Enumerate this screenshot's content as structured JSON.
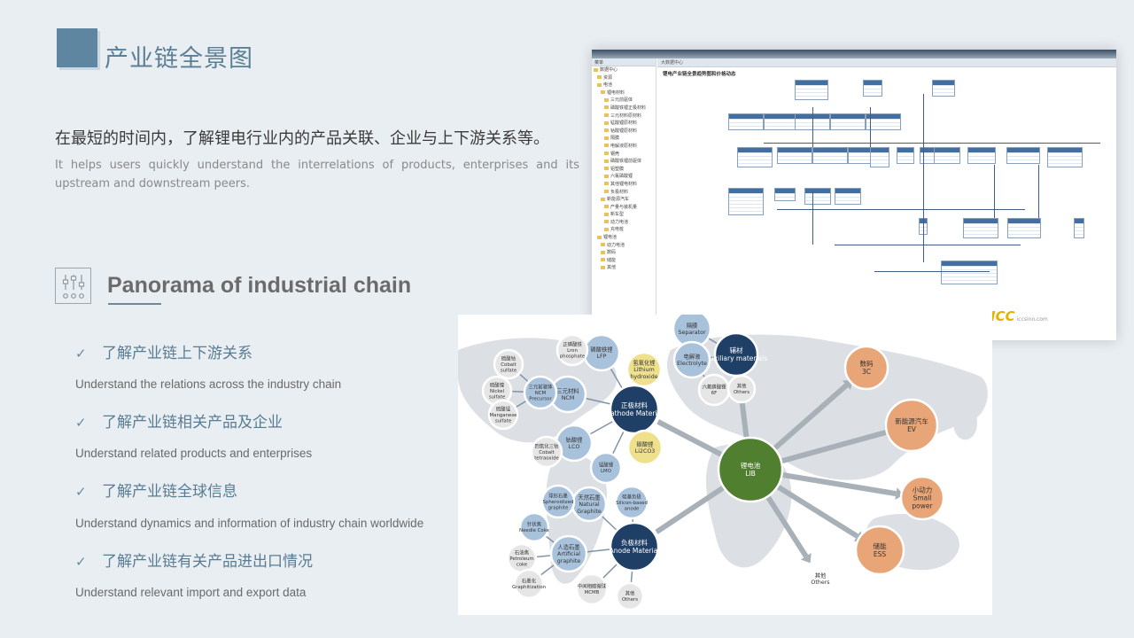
{
  "header": {
    "title": "产业链全景图"
  },
  "lead": {
    "cn": "在最短的时间内，了解锂电行业内的产品关联、企业与上下游关系等。",
    "en": "It helps users quickly understand the interrelations of products, enterprises and its upstream and downstream peers."
  },
  "panorama": {
    "title": "Panorama of industrial chain"
  },
  "items": [
    {
      "cn": "了解产业链上下游关系",
      "en": "Understand the relations across the industry chain"
    },
    {
      "cn": "了解产业链相关产品及企业",
      "en": "Understand related products and enterprises"
    },
    {
      "cn": "了解产业链全球信息",
      "en": "Understand dynamics and information of industry chain worldwide"
    },
    {
      "cn": "了解产业链有关产品进出口情况",
      "en": "Understand relevant import and export data"
    }
  ],
  "screenshot": {
    "sidebar_head": "菜单",
    "tree": [
      "数据中心",
      "资源",
      "电池",
      "锂电材料",
      "三元前驱体",
      "磷酸铁锂正极材料",
      "三元材料原材料",
      "锰酸锂原材料",
      "钴酸锂原材料",
      "隔膜",
      "电解液原材料",
      "钢壳",
      "磷酸铁锂前驱体",
      "铝塑膜",
      "六氟磷酸锂",
      "其他锂电材料",
      "负极材料",
      "新能源汽车",
      "产量与装机量",
      "新车型",
      "动力电池",
      "充电桩",
      "锂电池",
      "动力电池",
      "数码",
      "储能",
      "其他"
    ],
    "main_head": "大数据中心",
    "main_title": "锂电产业链全景趋势图和价格动态",
    "brand": "ICC",
    "brand_site": "iccsino.com"
  },
  "network": {
    "center": {
      "cn": "锂电池",
      "en": "LIB"
    },
    "cathode": {
      "cn": "正极材料",
      "en": "Cathode Material"
    },
    "anode": {
      "cn": "负极材料",
      "en": "Anode Material"
    },
    "aux": {
      "cn": "辅材",
      "en": "Auxiliary materials"
    },
    "separator": {
      "cn": "隔膜",
      "en": "Separator"
    },
    "electrolyte": {
      "cn": "电解液",
      "en": "Electrolyte"
    },
    "lipf6": {
      "cn": "六氟磷酸锂",
      "en": "6F"
    },
    "aux_other": {
      "cn": "其他",
      "en": "Others"
    },
    "lfp": {
      "cn": "磷酸铁锂",
      "en": "LFP"
    },
    "fepo4": {
      "cn": "正磷酸铁",
      "en1": "Lron",
      "en2": "phosphate"
    },
    "lioh": {
      "cn": "氢氧化锂",
      "en1": "Lithium",
      "en2": "hydroxide"
    },
    "ncm": {
      "cn": "三元材料",
      "en": "NCM"
    },
    "ncm_pre": {
      "cn": "三元前驱体",
      "en1": "NCM",
      "en2": "Precursor"
    },
    "coso4": {
      "cn": "硫酸钴",
      "en1": "Cobalt",
      "en2": "sulfate"
    },
    "niso4": {
      "cn": "硫酸镍",
      "en1": "Nickel",
      "en2": "sulfate"
    },
    "mnso4": {
      "cn": "硫酸锰",
      "en1": "Manganese",
      "en2": "sulfate"
    },
    "lco": {
      "cn": "钴酸锂",
      "en": "LCO"
    },
    "co3o4": {
      "cn": "四氧化三钴",
      "en1": "Cobalt",
      "en2": "tetraoxide"
    },
    "li2co3": {
      "cn": "碳酸锂",
      "en": "Li2CO3"
    },
    "lmo": {
      "cn": "锰酸锂",
      "en": "LMO"
    },
    "natural": {
      "cn": "天然石墨",
      "en1": "Natural",
      "en2": "Graphite"
    },
    "sph": {
      "cn": "球形石墨",
      "en1": "Spheroidized",
      "en2": "graphite"
    },
    "si": {
      "cn": "硅基负极",
      "en1": "Silicon-based",
      "en2": "anode"
    },
    "needle": {
      "cn": "针状焦",
      "en": "Needle Coke"
    },
    "artificial": {
      "cn": "人造石墨",
      "en1": "Artificial",
      "en2": "graphite"
    },
    "petcoke": {
      "cn": "石油焦",
      "en1": "Petroleum",
      "en2": "coke"
    },
    "graphitization": {
      "cn": "石墨化",
      "en": "Graphitization"
    },
    "mcmb": {
      "cn": "中间相碳微球",
      "en": "MCMB"
    },
    "anode_other": {
      "cn": "其他",
      "en": "Others"
    },
    "c3c": {
      "cn": "数码",
      "en": "3C"
    },
    "ev": {
      "cn": "新能源汽车",
      "en": "EV"
    },
    "small": {
      "cn": "小动力",
      "en1": "Small",
      "en2": "power"
    },
    "ess": {
      "cn": "储能",
      "en": "ESS"
    },
    "others": {
      "cn": "其他",
      "en": "Others"
    },
    "colors": {
      "navy": "#1f3f66",
      "blue": "#a9c2dc",
      "yellow": "#efe08c",
      "green": "#4f7f2f",
      "orange": "#e8a577",
      "grey": "#e6e6e6"
    }
  }
}
